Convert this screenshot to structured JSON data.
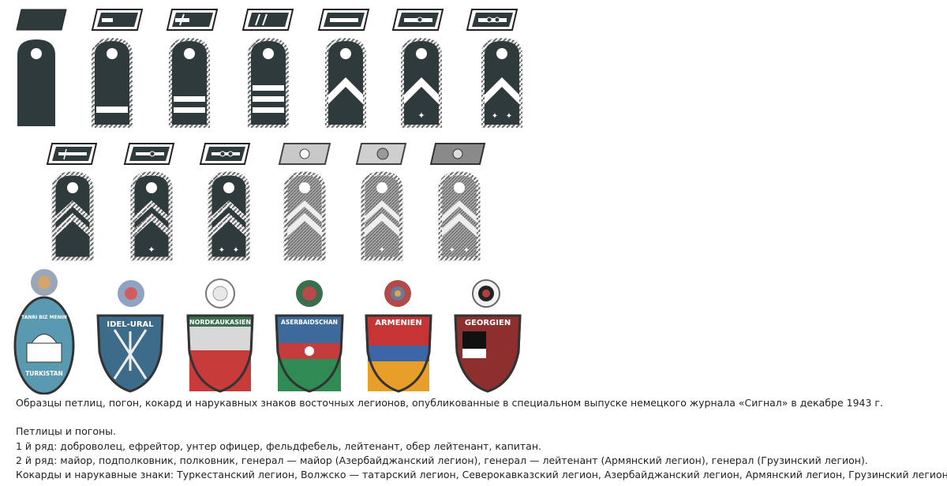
{
  "plate": {
    "row1_count": 7,
    "row2_count": 6,
    "row3_count": 6,
    "patches": [
      {
        "label": "TURKISTAN",
        "motto": "TANRI BIZ MENIN",
        "colors": [
          "#5a9ab0",
          "#ffffff",
          "#c63c3c"
        ]
      },
      {
        "label": "IDEL-URAL",
        "colors": [
          "#3d6b8a",
          "#d8d8d8",
          "#b04a4a"
        ]
      },
      {
        "label": "NORDKAUKASIEN",
        "colors": [
          "#3b6f4f",
          "#ffffff",
          "#c73b3b"
        ]
      },
      {
        "label": "ASERBAIDSCHAN",
        "colors": [
          "#3d6a9a",
          "#c63c3c",
          "#2f8a54"
        ]
      },
      {
        "label": "ARMENIEN",
        "colors": [
          "#c53535",
          "#3d66a8",
          "#e79f2a"
        ]
      },
      {
        "label": "GEORGIEN",
        "colors": [
          "#8e2f2f",
          "#111111",
          "#ffffff"
        ]
      }
    ]
  },
  "caption": {
    "main": "Образцы петлиц, погон, кокард и нарукавных знаков восточных легионов, опубликованные в специальном выпуске немецкого журнала «Сигнал» в декабре 1943 г.",
    "heading": "Петлицы и погоны.",
    "row1": "1 й ряд: доброволец, ефрейтор, унтер офицер, фельдфебель, лейтенант, обер лейтенант, капитан.",
    "row2": "2 й ряд: майор, подполковник, полковник, генерал — майор (Азербайджанский легион), генерал — лейтенант (Армянский легион), генерал (Грузинский легион).",
    "row3": "Кокарды и нарукавные знаки: Туркестанский легион, Волжско — татарский легион, Северокавказский легион, Азербайджанский легион, Армянский легион, Грузинский легион."
  }
}
